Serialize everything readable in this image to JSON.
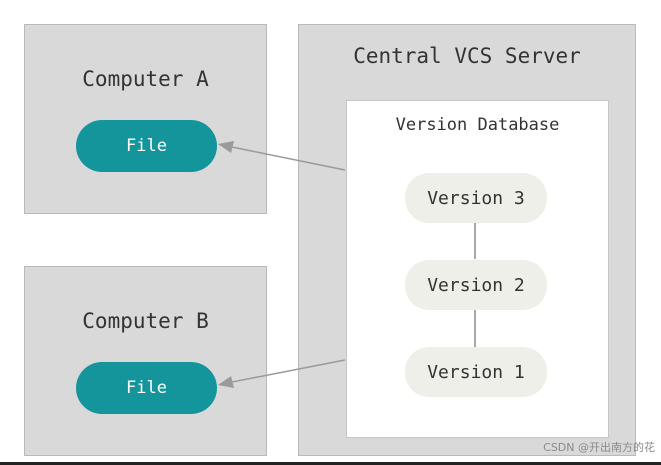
{
  "computer_a": {
    "title": "Computer A",
    "file_label": "File"
  },
  "computer_b": {
    "title": "Computer B",
    "file_label": "File"
  },
  "server": {
    "title": "Central VCS Server",
    "database": {
      "title": "Version Database",
      "versions": [
        "Version 3",
        "Version 2",
        "Version 1"
      ]
    }
  },
  "watermark": "CSDN @开出南方的花",
  "colors": {
    "box_fill": "#d9d9d9",
    "file_pill": "#14959b",
    "version_pill": "#efefe9",
    "arrow": "#9a9a9a"
  }
}
